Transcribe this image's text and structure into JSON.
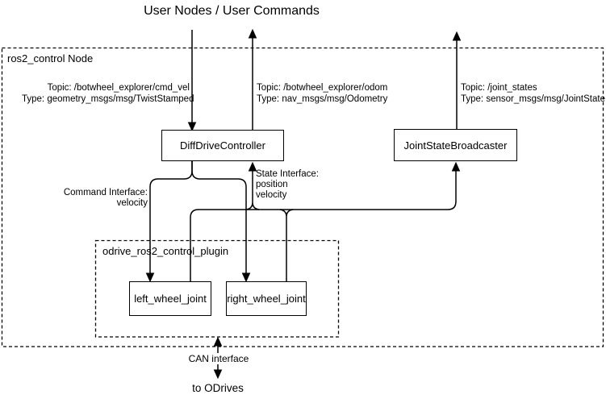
{
  "title": "User Nodes / User Commands",
  "outer_box": {
    "label": "ros2_control Node"
  },
  "plugin_box": {
    "label": "odrive_ros2_control_plugin"
  },
  "topics": {
    "cmd_vel": {
      "topic": "Topic: /botwheel_explorer/cmd_vel",
      "type": "Type: geometry_msgs/msg/TwistStamped"
    },
    "odom": {
      "topic": "Topic: /botwheel_explorer/odom",
      "type": "Type: nav_msgs/msg/Odometry"
    },
    "joint_states": {
      "topic": "Topic: /joint_states",
      "type": "Type: sensor_msgs/msg/JointState"
    }
  },
  "nodes": {
    "diff_drive_controller": {
      "label": "DiffDriveController"
    },
    "joint_state_broadcaster": {
      "label": "JointStateBroadcaster"
    },
    "left_wheel_joint": {
      "label": "left_wheel_joint"
    },
    "right_wheel_joint": {
      "label": "right_wheel_joint"
    }
  },
  "interfaces": {
    "command": {
      "line1": "Command Interface:",
      "line2": "velocity"
    },
    "state": {
      "line1": "State Interface:",
      "line2": "position",
      "line3": "velocity"
    }
  },
  "bottom": {
    "can_label": "CAN interface",
    "target_label": "to ODrives"
  },
  "colors": {
    "line": "#000000",
    "background": "#ffffff",
    "text": "#000000"
  }
}
